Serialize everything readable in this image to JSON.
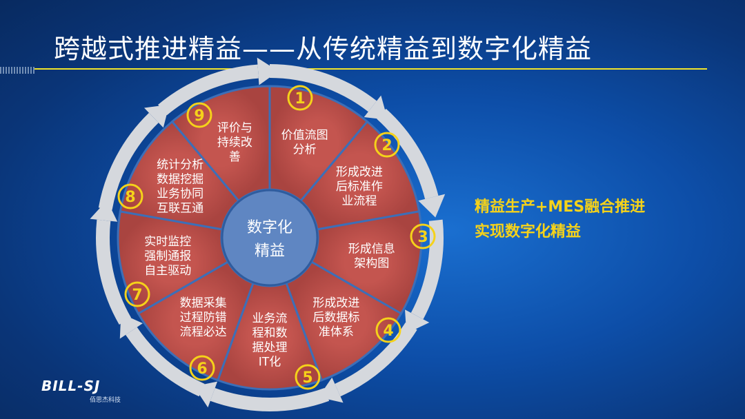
{
  "slide": {
    "title": "跨越式推进精益——从传统精益到数字化精益"
  },
  "diagram": {
    "center": [
      "数字化",
      "精益"
    ],
    "steps": [
      {
        "number": "1",
        "lines": [
          "价值流图",
          "分析"
        ]
      },
      {
        "number": "2",
        "lines": [
          "形成改进",
          "后标准作",
          "业流程"
        ]
      },
      {
        "number": "3",
        "lines": [
          "形成信息",
          "架构图"
        ]
      },
      {
        "number": "4",
        "lines": [
          "形成改进",
          "后数据标",
          "准体系"
        ]
      },
      {
        "number": "5",
        "lines": [
          "业务流",
          "程和数",
          "据处理",
          "IT化"
        ]
      },
      {
        "number": "6",
        "lines": [
          "数据采集",
          "过程防错",
          "流程必达"
        ]
      },
      {
        "number": "7",
        "lines": [
          "实时监控",
          "强制通报",
          "自主驱动"
        ]
      },
      {
        "number": "8",
        "lines": [
          "统计分析",
          "数据挖掘",
          "业务协同",
          "互联互通"
        ]
      },
      {
        "number": "9",
        "lines": [
          "评价与",
          "持续改",
          "善"
        ]
      }
    ]
  },
  "side_note": {
    "line1": "精益生产+MES融合推进",
    "line2": "实现数字化精益"
  },
  "logo": {
    "mark": "BILL-SJ",
    "sub": "佰思杰科技"
  },
  "colors": {
    "segment": "#b84a47",
    "center": "#5f86c2",
    "arrow": "#d5d8dd",
    "accent": "#f5d21a",
    "rule": "#f2e52a"
  }
}
